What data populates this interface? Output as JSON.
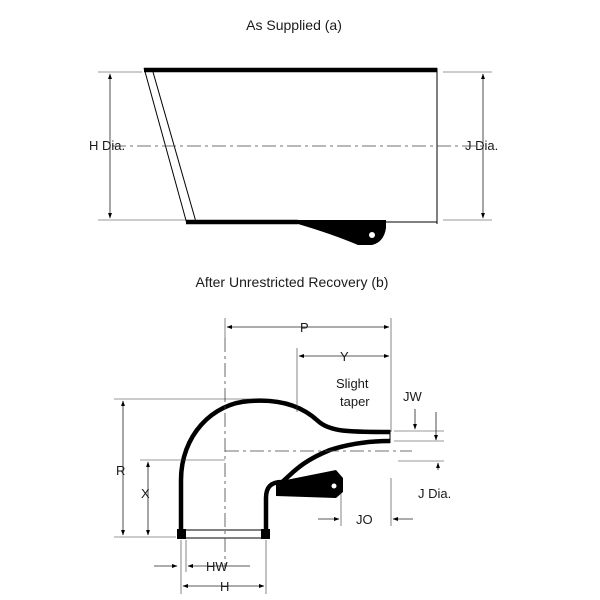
{
  "titles": {
    "supplied": "As Supplied (a)",
    "recovery": "After Unrestricted Recovery (b)"
  },
  "labels": {
    "h_dia": "H Dia.",
    "j_dia_top": "J Dia.",
    "p": "P",
    "y": "Y",
    "slight": "Slight",
    "taper": "taper",
    "jw": "JW",
    "r": "R",
    "x": "X",
    "j_dia_bottom": "J Dia.",
    "jo": "JO",
    "hw": "HW",
    "h": "H"
  }
}
